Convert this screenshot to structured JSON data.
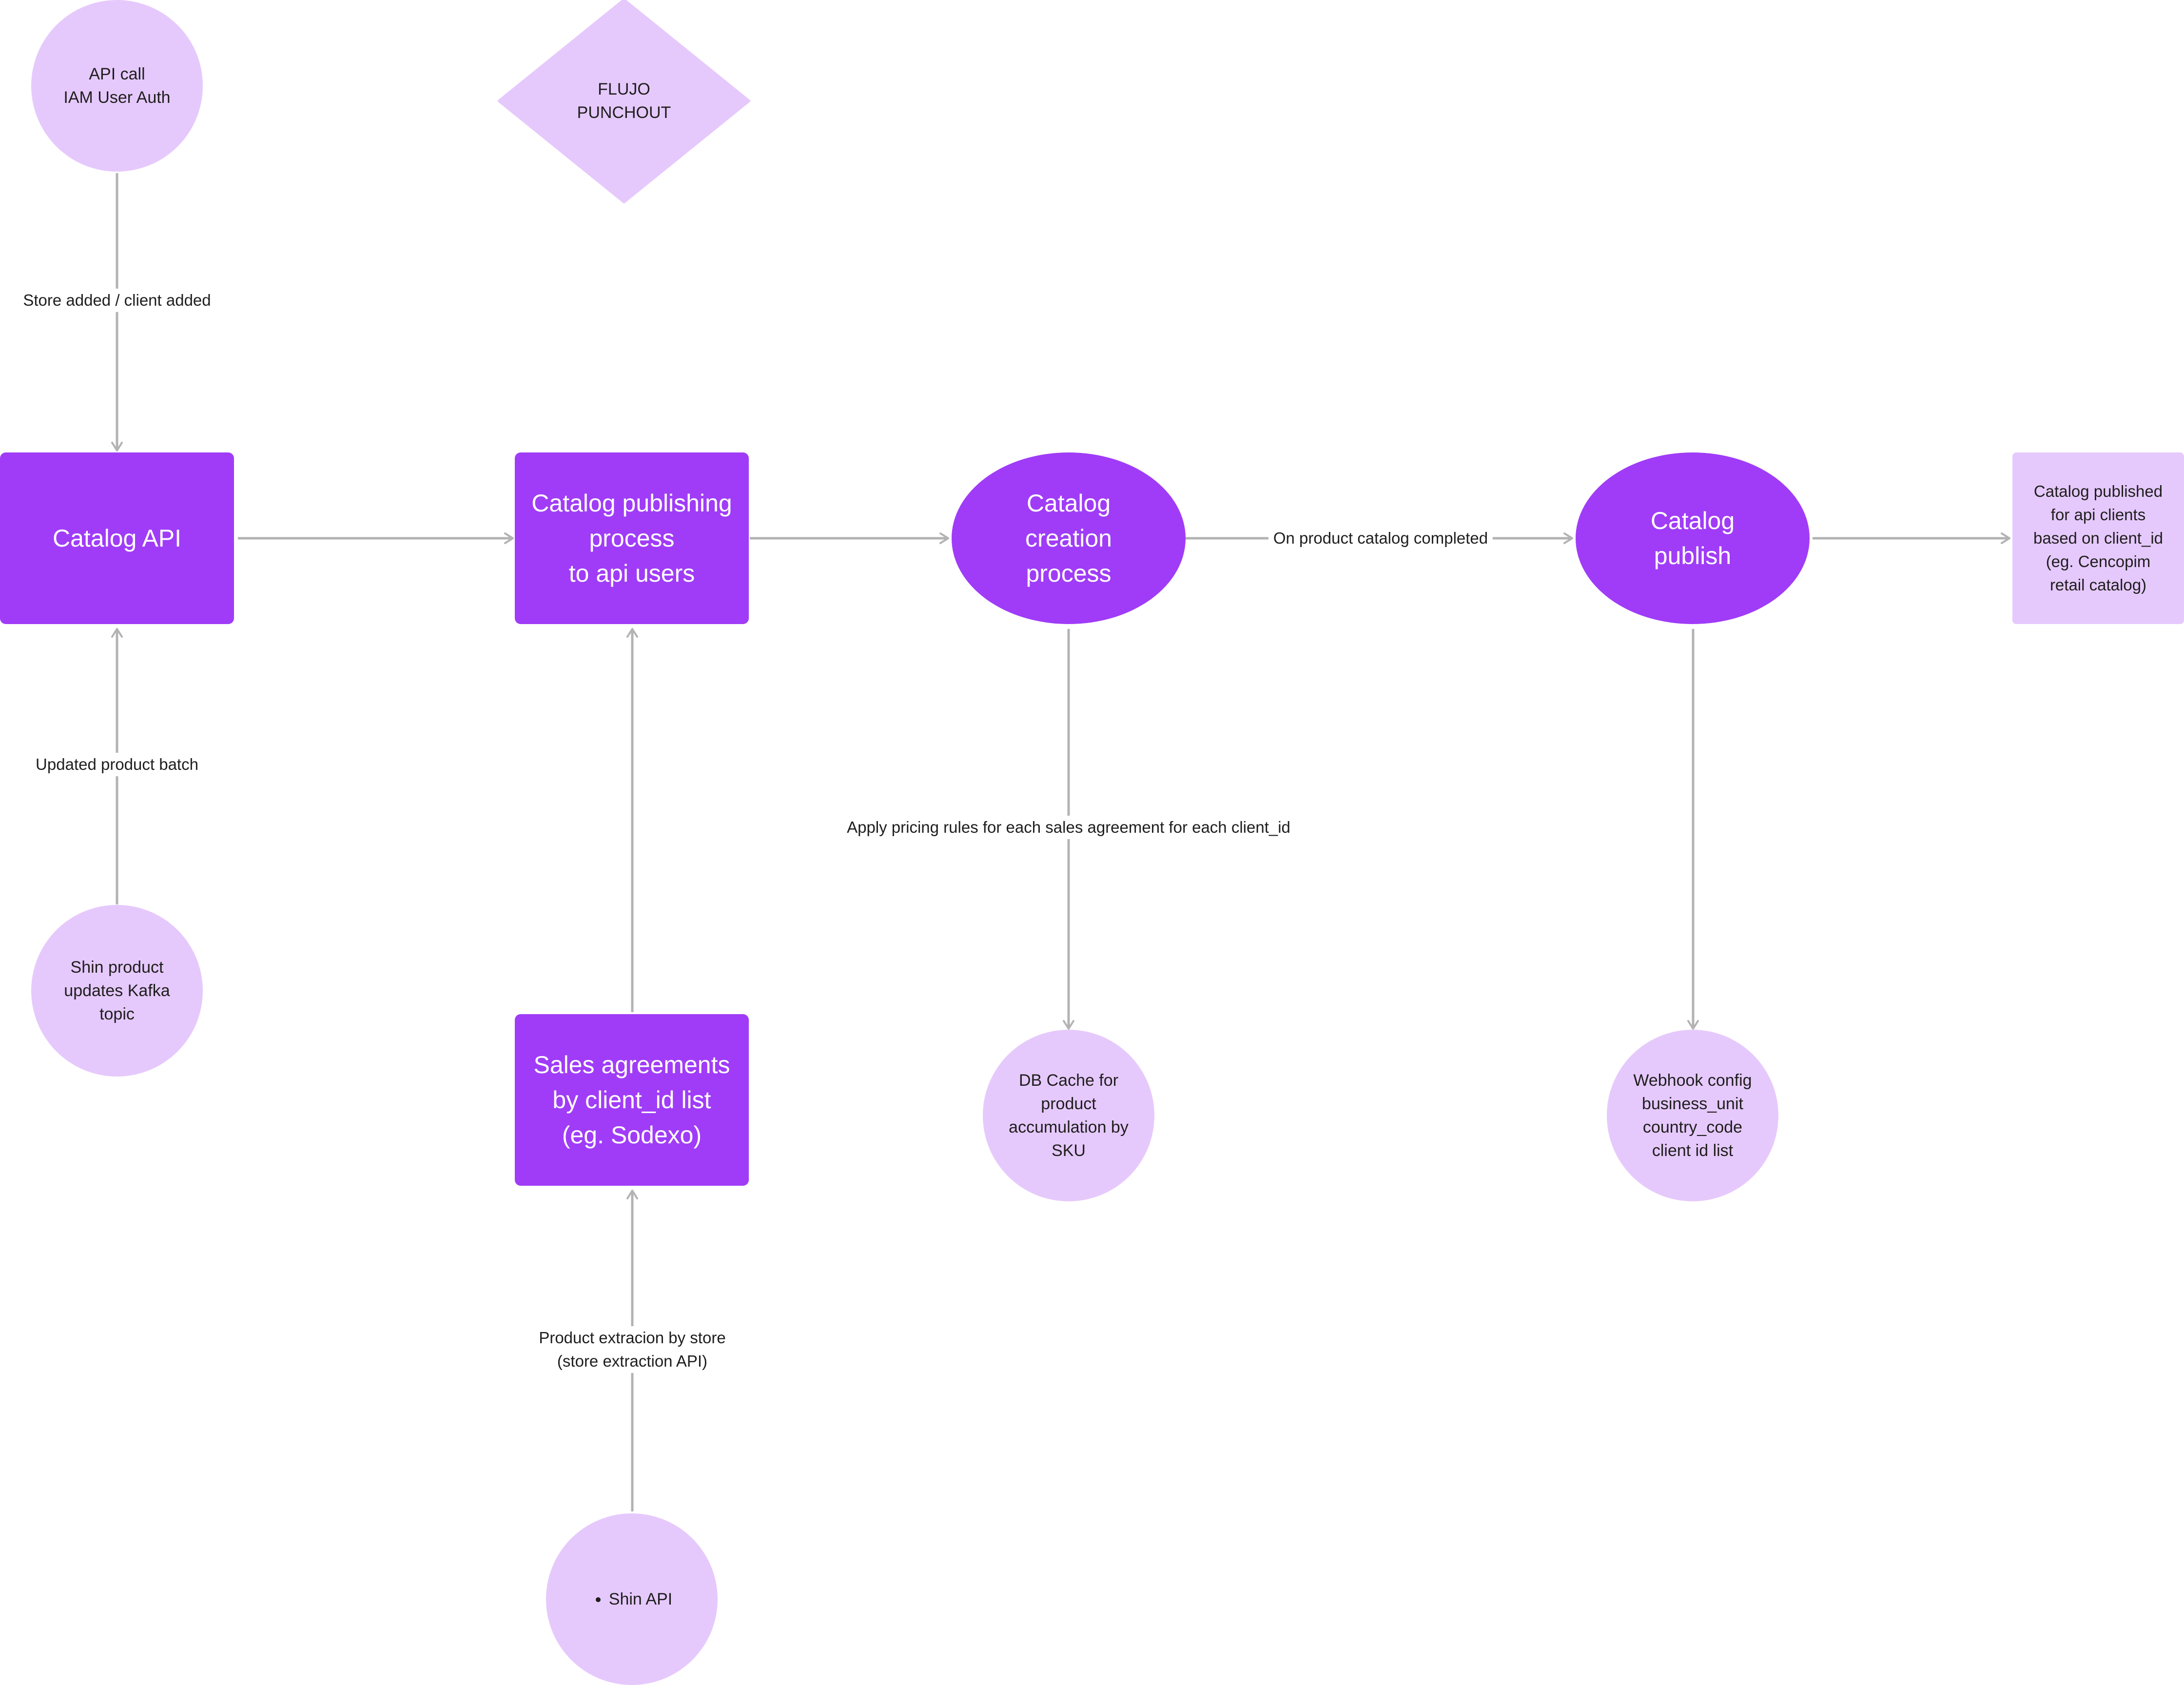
{
  "colors": {
    "dark_node": "#a03cf7",
    "light_node": "#e6c9fc",
    "connector": "#b3b3b3",
    "text_dark": "#1e1e1e",
    "text_light": "#ffffff"
  },
  "nodes": {
    "api_call": "API call\nIAM User Auth",
    "flujo_punchout": "FLUJO\nPUNCHOUT",
    "catalog_api": "Catalog API",
    "catalog_publishing": "Catalog publishing\nprocess\nto api users",
    "catalog_creation": "Catalog\ncreation\n process",
    "catalog_publish": "Catalog\npublish",
    "catalog_published": "Catalog published\nfor api clients\nbased on client_id\n(eg. Cencopim\nretail catalog)",
    "shin_updates": "Shin product\nupdates Kafka\ntopic",
    "sales_agreements": "Sales agreements\nby client_id list\n(eg. Sodexo)",
    "db_cache": "DB Cache for\nproduct\naccumulation by\nSKU",
    "webhook_config": "Webhook config\nbusiness_unit\ncountry_code\nclient id list",
    "shin_api": "Shin API"
  },
  "edge_labels": {
    "store_added": "Store added / client added",
    "updated_batch": "Updated product batch",
    "on_completed": "On product catalog completed",
    "apply_pricing": "Apply pricing rules for each sales agreement for each client_id",
    "product_extraction": "Product extracion by store\n(store extraction API)"
  }
}
